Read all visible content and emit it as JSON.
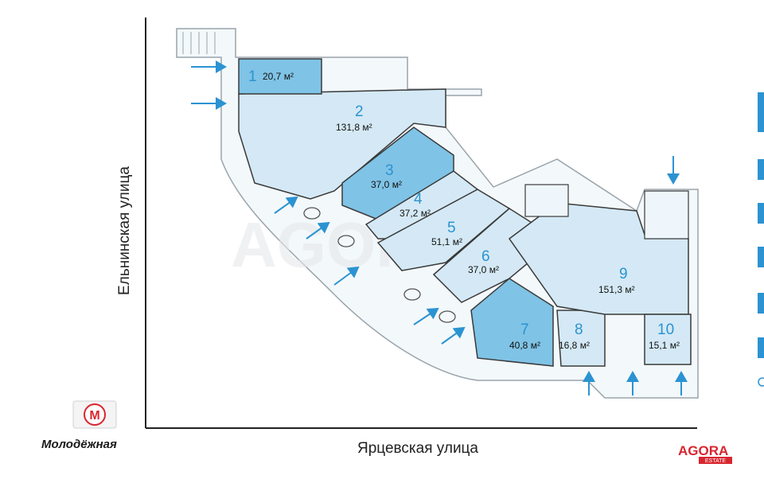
{
  "streets": {
    "left": "Ельнинская улица",
    "bottom": "Ярцевская улица"
  },
  "metro": {
    "station": "Молодёжная",
    "symbol": "М",
    "icon": "metro-icon"
  },
  "brand": {
    "pre": "AG",
    "mid": "O",
    "post": "RA",
    "sub": "ESTATE",
    "color": "#d8262f"
  },
  "colors": {
    "room_fill": "#d4e9f5",
    "room_fill_dark": "#7fc3e6",
    "wall": "#3a3a3a",
    "arrow": "#2b93d1",
    "number": "#2b93d1"
  },
  "rooms": [
    {
      "number": "1",
      "area": "20,7 м²"
    },
    {
      "number": "2",
      "area": "131,8 м²"
    },
    {
      "number": "3",
      "area": "37,0 м²"
    },
    {
      "number": "4",
      "area": "37,2 м²"
    },
    {
      "number": "5",
      "area": "51,1 м²"
    },
    {
      "number": "6",
      "area": "37,0 м²"
    },
    {
      "number": "7",
      "area": "40,8 м²"
    },
    {
      "number": "8",
      "area": "16,8 м²"
    },
    {
      "number": "9",
      "area": "151,3 м²"
    },
    {
      "number": "10",
      "area": "15,1 м²"
    }
  ]
}
